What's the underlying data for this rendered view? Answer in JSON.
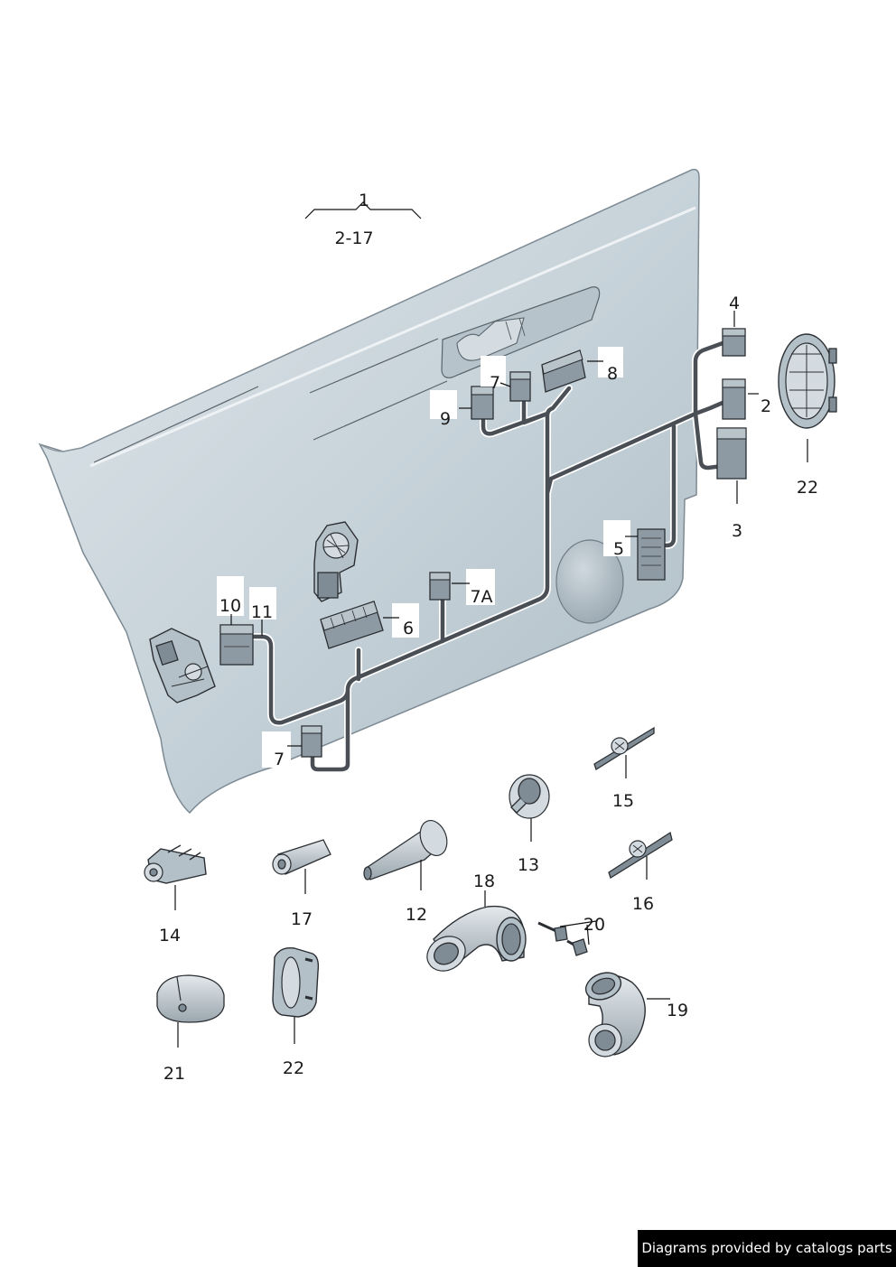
{
  "labels": {
    "l1": "1",
    "l2_17": "2-17",
    "l2": "2",
    "l3": "3",
    "l4": "4",
    "l5": "5",
    "l6": "6",
    "l7_top": "7",
    "l7_bottom": "7",
    "l7a": "7A",
    "l8": "8",
    "l9": "9",
    "l10": "10",
    "l11": "11",
    "l12": "12",
    "l13": "13",
    "l14": "14",
    "l15": "15",
    "l16": "16",
    "l17": "17",
    "l18": "18",
    "l19": "19",
    "l20": "20",
    "l21": "21",
    "l22_right": "22",
    "l22_bottom": "22"
  },
  "footer": {
    "credit": "Diagrams provided by catalogs parts"
  },
  "colors": {
    "panel": "#c5d1d8",
    "harness": "#4a4f55",
    "credit_background": "#000000"
  }
}
